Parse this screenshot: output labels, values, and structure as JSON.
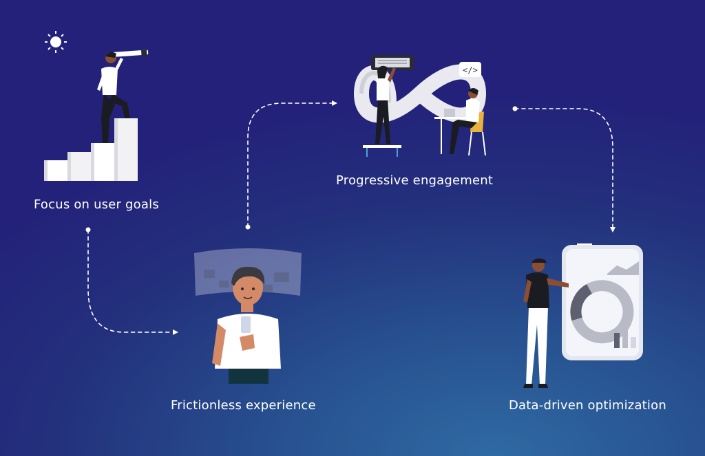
{
  "steps": [
    {
      "label": "Focus on user goals"
    },
    {
      "label": "Progressive engagement"
    },
    {
      "label": "Frictionless experience"
    },
    {
      "label": "Data-driven optimization"
    }
  ],
  "colors": {
    "background_top": "#23217a",
    "background_bottom": "#2f6aa3",
    "text": "#ffffff",
    "connector": "#ffffff",
    "accent_chair": "#e8b23c"
  },
  "illustrations": [
    "telescope-person-on-stairs-icon",
    "infinity-loop-with-people-icon",
    "person-with-phone-and-screens-icon",
    "person-with-chart-board-icon"
  ]
}
